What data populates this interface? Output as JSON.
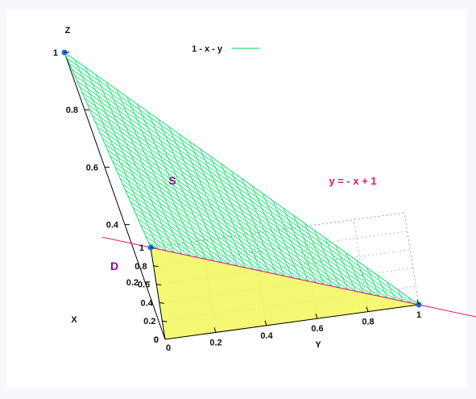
{
  "chart_data": {
    "type": "surface",
    "series": [
      {
        "name": "1 - x - y",
        "color": "#22dd77",
        "function": "z = 1 - x - y"
      }
    ],
    "legend": {
      "label": "1 - x - y",
      "position": "top-center"
    },
    "axes": {
      "x": {
        "label": "X",
        "range": [
          0,
          1
        ],
        "ticks": [
          "0",
          "0.2",
          "0.4",
          "0.6",
          "0.8",
          "1"
        ]
      },
      "y": {
        "label": "Y",
        "range": [
          0,
          1
        ],
        "ticks": [
          "0",
          "0.2",
          "0.4",
          "0.6",
          "0.8",
          "1"
        ]
      },
      "z": {
        "label": "Z",
        "range": [
          0,
          1
        ],
        "ticks": [
          "0",
          "0.2",
          "0.4",
          "0.6",
          "0.8",
          "1"
        ]
      }
    },
    "points": [
      {
        "x": 0,
        "y": 0,
        "z": 1
      },
      {
        "x": 1,
        "y": 0,
        "z": 0
      },
      {
        "x": 0,
        "y": 1,
        "z": 0
      }
    ],
    "annotations": [
      {
        "text": "S",
        "color": "#8a0a8c"
      },
      {
        "text": "D",
        "color": "#8a0a8c"
      },
      {
        "text": "y = - x + 1",
        "color": "#e0147c"
      }
    ],
    "region_D_color": "#f2f75a",
    "line_color": "#e0147c",
    "point_color": "#1a6fe0",
    "grid": true
  }
}
